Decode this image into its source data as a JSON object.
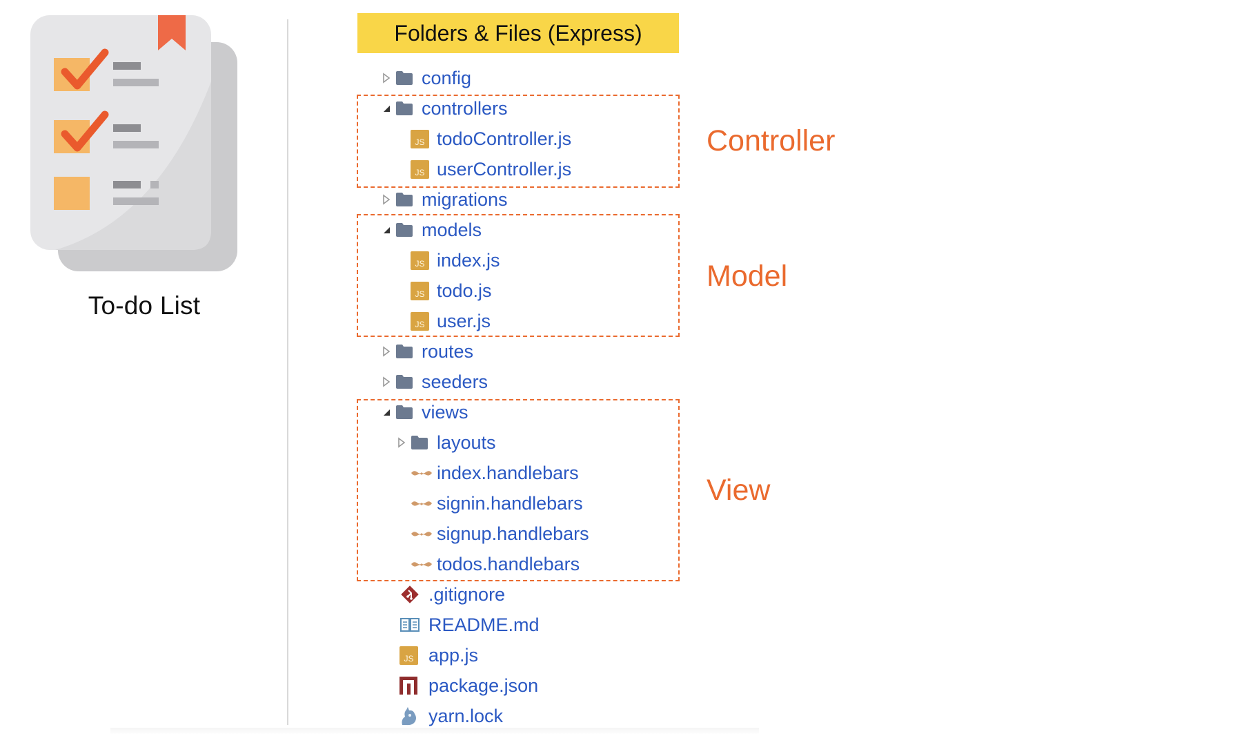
{
  "illustration": {
    "caption": "To-do List",
    "colors": {
      "page": "#e6e6e8",
      "back_page": "#cbcbcd",
      "checkbox": "#f5b766",
      "check": "#ea5a2d",
      "bookmark": "#ee6a47",
      "line_dark": "#8d8d91",
      "line_light": "#b4b4b8"
    }
  },
  "tree": {
    "title": "Folders & Files (Express)",
    "accent_color": "#ea6a2e",
    "header_color": "#f9d648",
    "link_color": "#2b59c3",
    "items": [
      {
        "name": "config",
        "kind": "folder",
        "expanded": false
      },
      {
        "name": "controllers",
        "kind": "folder",
        "expanded": true
      },
      {
        "name": "todoController.js",
        "kind": "js"
      },
      {
        "name": "userController.js",
        "kind": "js"
      },
      {
        "name": "migrations",
        "kind": "folder",
        "expanded": false
      },
      {
        "name": "models",
        "kind": "folder",
        "expanded": true
      },
      {
        "name": "index.js",
        "kind": "js"
      },
      {
        "name": "todo.js",
        "kind": "js"
      },
      {
        "name": "user.js",
        "kind": "js"
      },
      {
        "name": "routes",
        "kind": "folder",
        "expanded": false
      },
      {
        "name": "seeders",
        "kind": "folder",
        "expanded": false
      },
      {
        "name": "views",
        "kind": "folder",
        "expanded": true
      },
      {
        "name": "layouts",
        "kind": "folder",
        "expanded": false
      },
      {
        "name": "index.handlebars",
        "kind": "handlebars"
      },
      {
        "name": "signin.handlebars",
        "kind": "handlebars"
      },
      {
        "name": "signup.handlebars",
        "kind": "handlebars"
      },
      {
        "name": "todos.handlebars",
        "kind": "handlebars"
      },
      {
        "name": ".gitignore",
        "kind": "git"
      },
      {
        "name": "README.md",
        "kind": "readme"
      },
      {
        "name": "app.js",
        "kind": "js"
      },
      {
        "name": "package.json",
        "kind": "npm"
      },
      {
        "name": "yarn.lock",
        "kind": "yarn"
      }
    ],
    "groups": [
      {
        "label": "Controller"
      },
      {
        "label": "Model"
      },
      {
        "label": "View"
      }
    ]
  }
}
